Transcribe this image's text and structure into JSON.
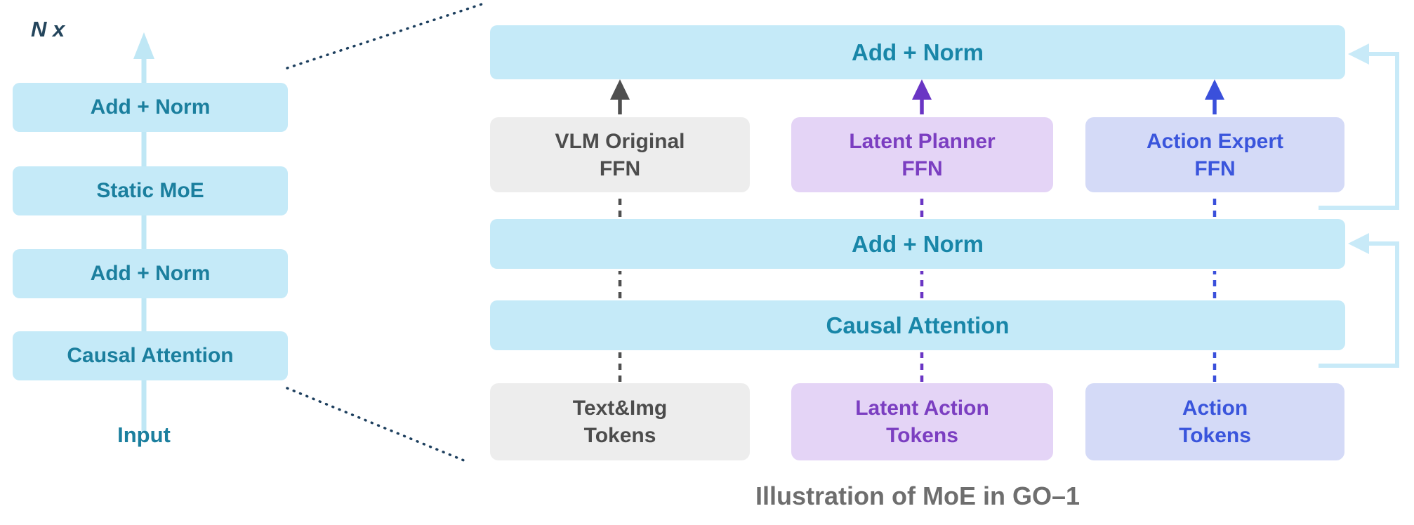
{
  "left_stack": {
    "repeat_label": "N x",
    "blocks": [
      {
        "label": "Add + Norm"
      },
      {
        "label": "Static MoE"
      },
      {
        "label": "Add + Norm"
      },
      {
        "label": "Causal Attention"
      }
    ],
    "input_label": "Input"
  },
  "right_diagram": {
    "top_bar_label": "Add + Norm",
    "mid_bar_label": "Add + Norm",
    "attention_bar_label": "Causal Attention",
    "experts": [
      {
        "label": "VLM Original\nFFN",
        "theme": "gray"
      },
      {
        "label": "Latent Planner\nFFN",
        "theme": "purple"
      },
      {
        "label": "Action Expert\nFFN",
        "theme": "blue"
      }
    ],
    "tokens": [
      {
        "label": "Text&Img\nTokens",
        "theme": "gray"
      },
      {
        "label": "Latent Action\nTokens",
        "theme": "purple"
      },
      {
        "label": "Action\nTokens",
        "theme": "blue"
      }
    ]
  },
  "caption": "Illustration of MoE in GO–1",
  "colors": {
    "block_fill": "#c5eaf8",
    "block_text": "#1b7f9e",
    "residual_line": "#c8eaf8",
    "gray_fill": "#ededed",
    "gray_text": "#4c4c4c",
    "purple_fill": "#e4d4f6",
    "purple_text": "#7b3ec1",
    "blue_fill": "#d4daf7",
    "blue_text": "#3a55dc",
    "gray_arrow": "#4f4f4f",
    "purple_arrow": "#6a35c4",
    "blue_arrow": "#3a50db",
    "dotted_line": "#1d3f5e",
    "caption_text": "#6e6e6e"
  }
}
